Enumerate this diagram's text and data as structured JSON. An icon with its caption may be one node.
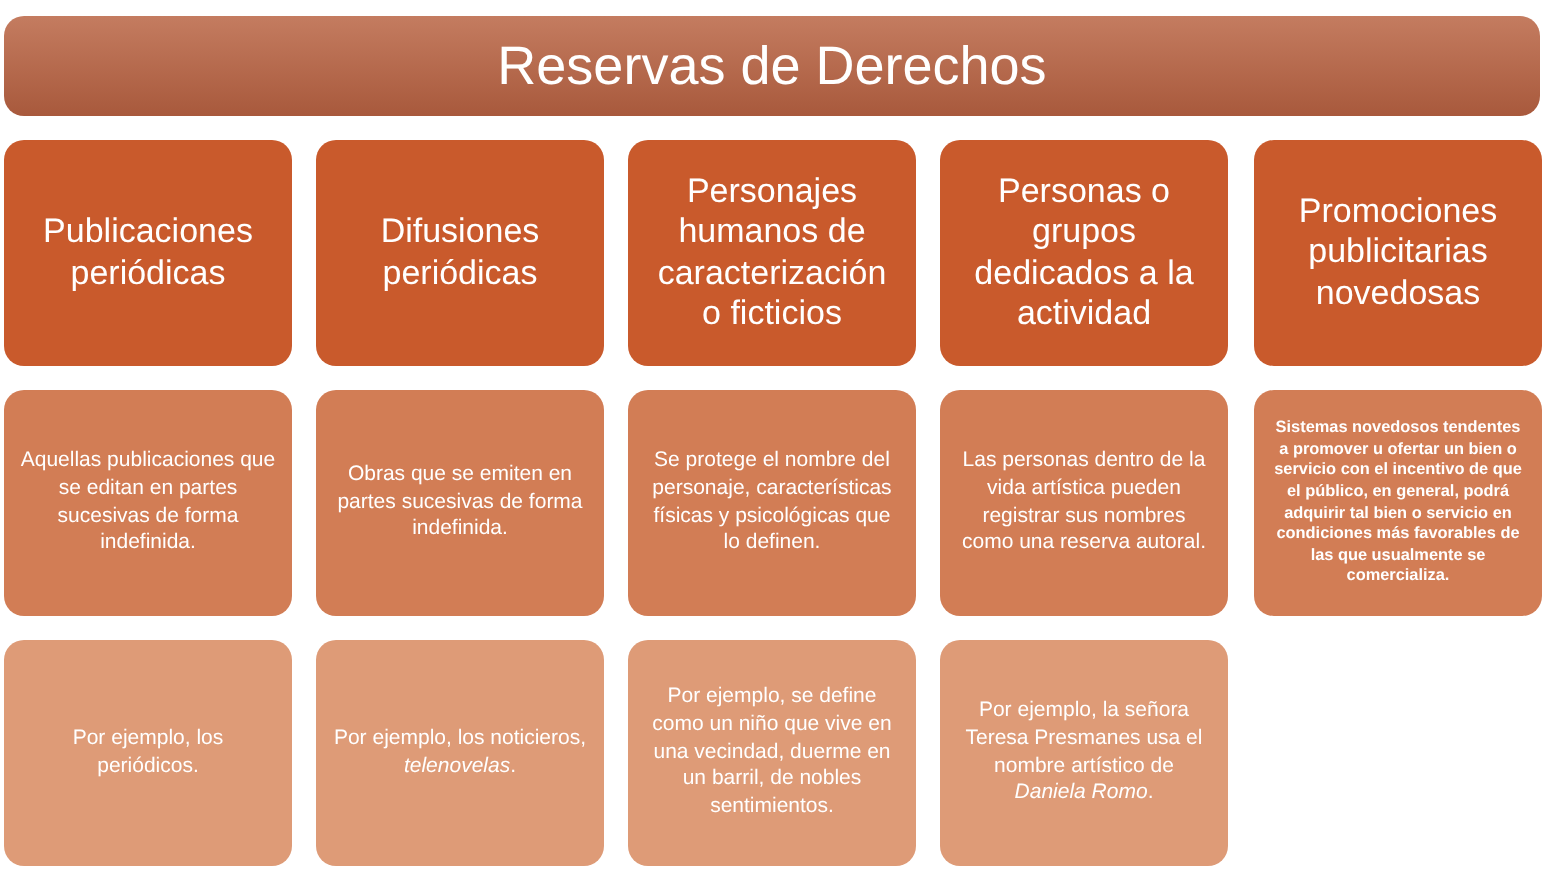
{
  "diagram": {
    "title": "Reservas de Derechos",
    "nodes": [
      {
        "text": [
          "Publicaciones periódicas"
        ]
      },
      {
        "text": [
          "Difusiones periódicas"
        ]
      },
      {
        "text": [
          "Personajes humanos de caracterización o ficticios"
        ]
      },
      {
        "text": [
          "Personas o grupos dedicados a la actividad"
        ]
      },
      {
        "text": [
          "Promociones publicitarias novedosas"
        ]
      },
      {
        "text": [
          "Aquellas publicaciones que se editan en partes sucesivas de forma indefinida."
        ]
      },
      {
        "text": [
          "Obras que se emiten en partes sucesivas de forma indefinida."
        ]
      },
      {
        "text": [
          "Se protege el nombre del personaje, características físicas y psicológicas que lo definen."
        ]
      },
      {
        "text": [
          "Las personas dentro de la vida artística pueden registrar sus nombres como una reserva autoral."
        ]
      },
      {
        "text": [
          "Sistemas novedosos tendentes a promover u ofertar un bien o servicio con el incentivo de que el público, en general, podrá adquirir tal bien o servicio en condiciones más favorables de las que usualmente se comercializa."
        ]
      },
      {
        "text": [
          "Por ejemplo, los periódicos."
        ]
      },
      {
        "text": [
          "Por ejemplo, los noticieros, *telenovelas*."
        ]
      },
      {
        "text": [
          "Por ejemplo, se define como un niño que vive en una vecindad, duerme en un barril, de nobles sentimientos."
        ]
      },
      {
        "text": [
          "Por ejemplo, la señora Teresa Presmanes usa el nombre artístico de *Daniela Romo*."
        ]
      }
    ]
  }
}
